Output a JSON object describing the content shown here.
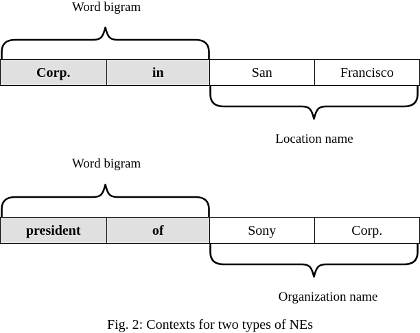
{
  "figure": {
    "caption": "Fig. 2: Contexts for two types of NEs",
    "accent_color": "#000000",
    "shaded_cell_color": "#e0e0e0",
    "background_color": "#ffffff"
  },
  "examples": [
    {
      "id": "location-example",
      "top_label": "Word bigram",
      "bottom_label": "Location name",
      "cells": [
        {
          "text": "Corp.",
          "shaded": true
        },
        {
          "text": "in",
          "shaded": true
        },
        {
          "text": "San",
          "shaded": false
        },
        {
          "text": "Francisco",
          "shaded": false
        }
      ]
    },
    {
      "id": "organization-example",
      "top_label": "Word bigram",
      "bottom_label": "Organization name",
      "cells": [
        {
          "text": "president",
          "shaded": true
        },
        {
          "text": "of",
          "shaded": true
        },
        {
          "text": "Sony",
          "shaded": false
        },
        {
          "text": "Corp.",
          "shaded": false
        }
      ]
    }
  ]
}
